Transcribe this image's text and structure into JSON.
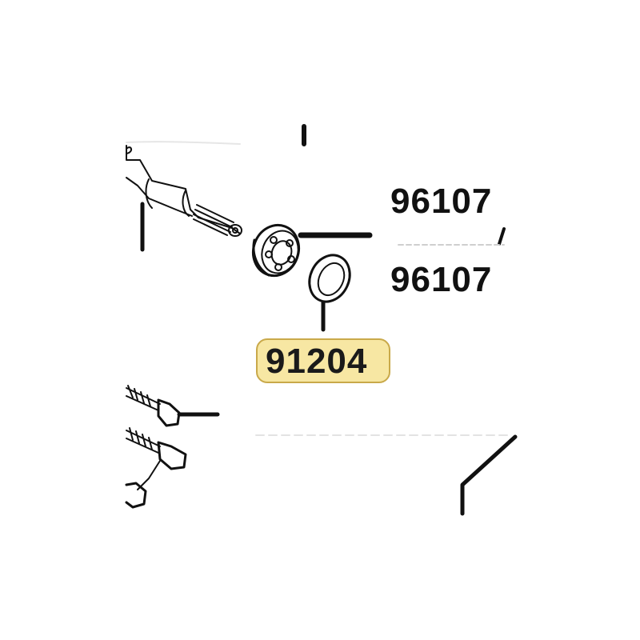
{
  "parts": {
    "top_number": "96107",
    "bottom_number": "96107",
    "highlighted_number": "91204"
  },
  "colors": {
    "line": "#111111",
    "highlight_fill": "#f7e7a3",
    "highlight_border": "#c9a94a"
  }
}
